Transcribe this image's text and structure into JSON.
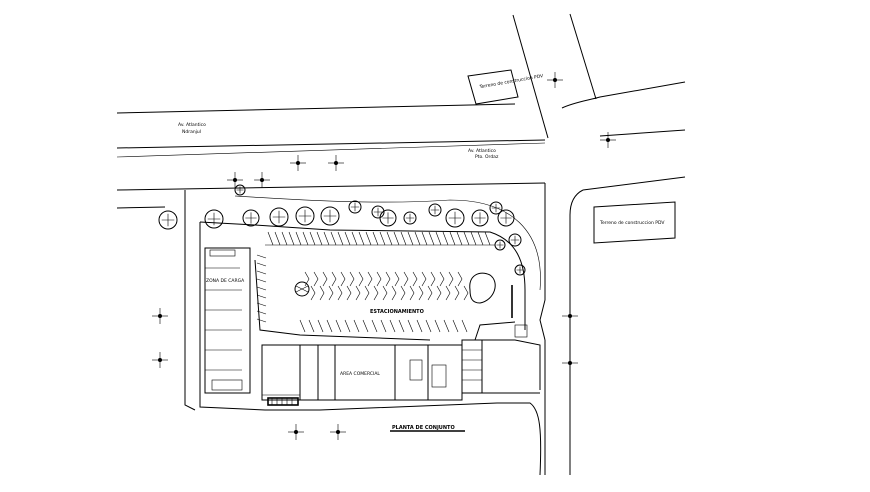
{
  "streets": {
    "upper_name": "Av. Atlantico",
    "upper_sub": "Ndranjul",
    "lower_name": "Av. Atlantico",
    "lower_sub": "Pto. Ordaz"
  },
  "blocks": {
    "top_right": "Terreno de construccion PDV",
    "right": "Terreno de construccion PDV"
  },
  "plan": {
    "parking_label": "ESTACIONAMIENTO",
    "main_building": "AREA COMERCIAL",
    "left_building": "ZONA DE CARGA",
    "bottom_title": "PLANTA DE CONJUNTO"
  }
}
